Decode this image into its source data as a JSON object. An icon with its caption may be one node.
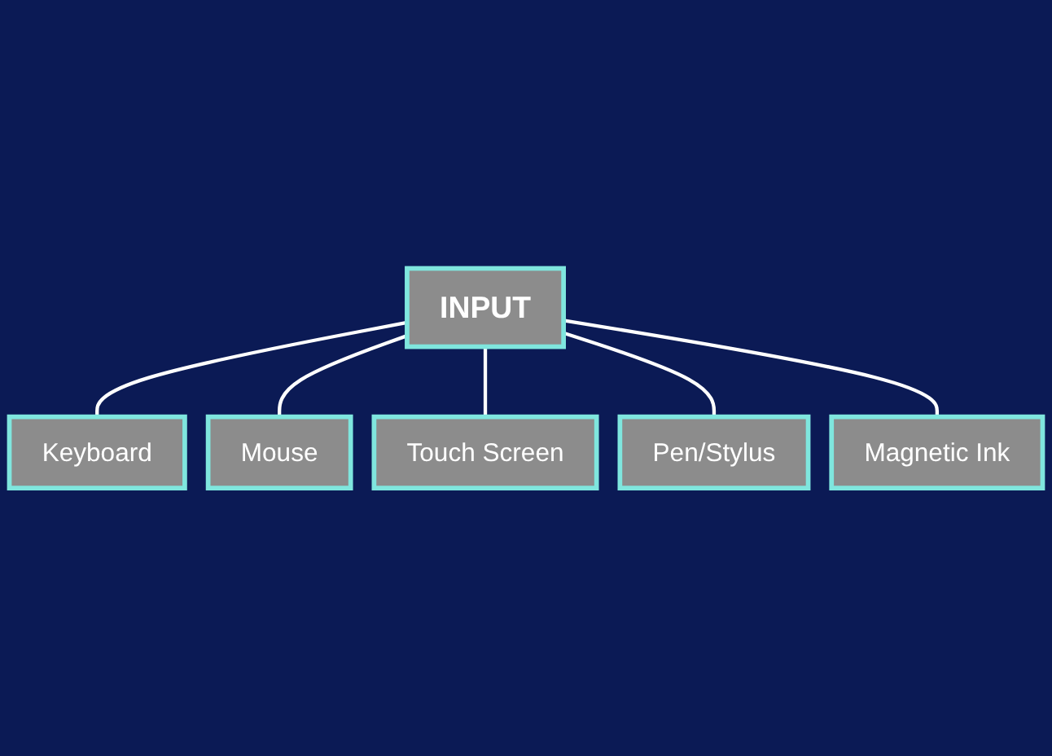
{
  "diagram": {
    "nodes": [
      {
        "text": [
          "INPUT"
        ]
      },
      {
        "text": [
          "Keyboard"
        ]
      },
      {
        "text": [
          "Mouse"
        ]
      },
      {
        "text": [
          "Touch Screen"
        ]
      },
      {
        "text": [
          "Pen/Stylus"
        ]
      },
      {
        "text": [
          "Magnetic Ink"
        ]
      }
    ],
    "edges": [
      {
        "from": 0,
        "to": 1,
        "arrow": "none"
      },
      {
        "from": 0,
        "to": 2,
        "arrow": "none"
      },
      {
        "from": 0,
        "to": 3,
        "arrow": "none"
      },
      {
        "from": 0,
        "to": 4,
        "arrow": "none"
      },
      {
        "from": 0,
        "to": 5,
        "arrow": "none"
      }
    ]
  }
}
